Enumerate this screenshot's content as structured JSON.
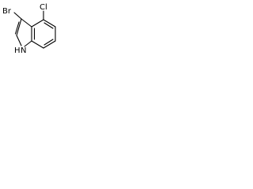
{
  "molecule": {
    "atoms": {
      "bromine": "Br",
      "chlorine": "Cl",
      "nitrogen_h": "H",
      "nitrogen": "N"
    }
  }
}
